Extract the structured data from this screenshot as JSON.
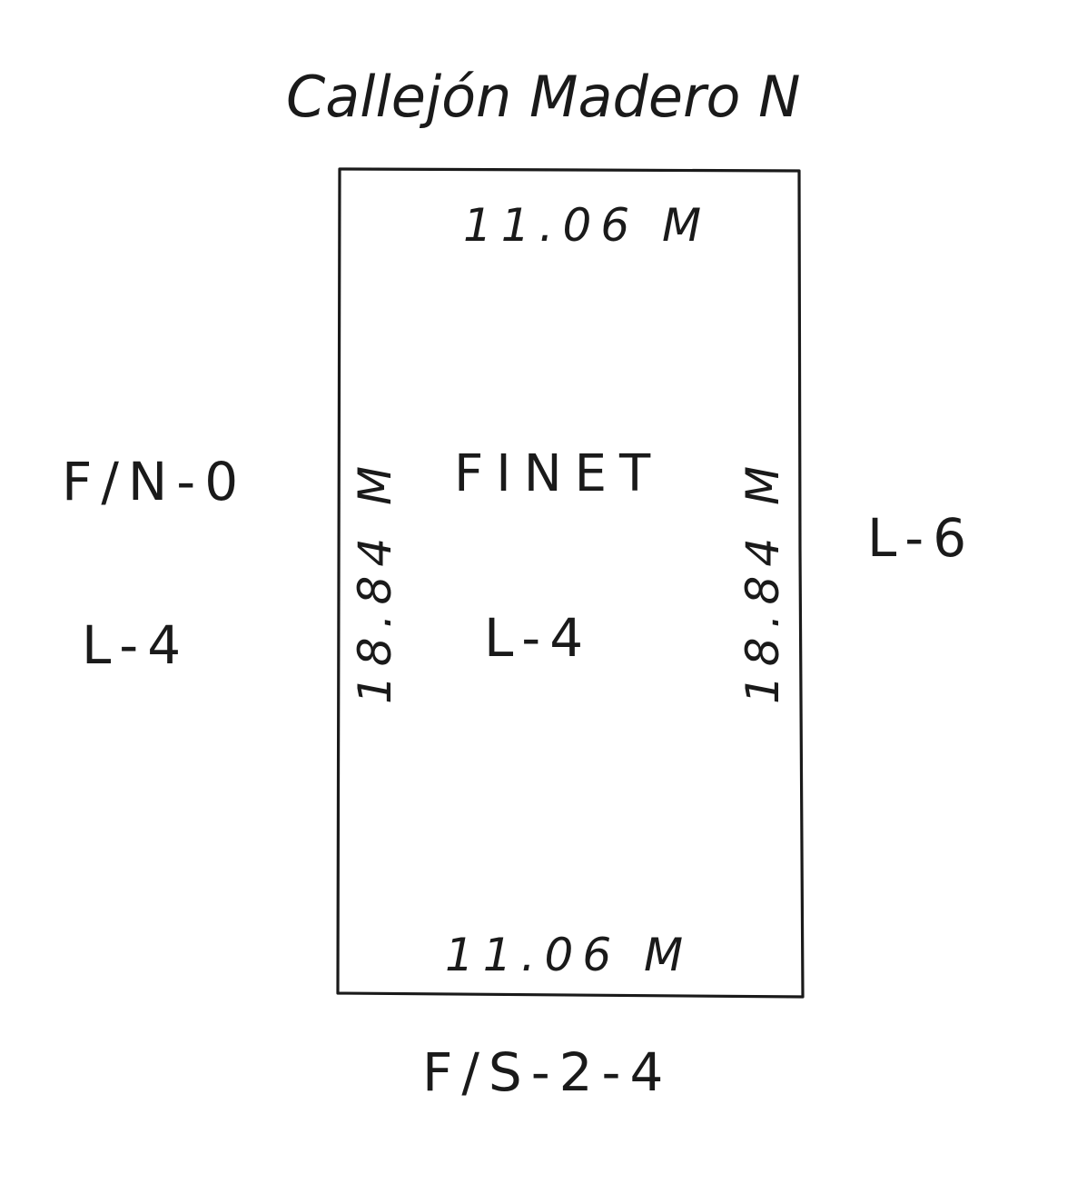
{
  "street_name": "Callejón Madero N",
  "lot": {
    "name": "FINET",
    "id": "L-4"
  },
  "measurements": {
    "top": "11.06 M",
    "bottom": "11.06 M",
    "left": "18.84 M",
    "right": "18.84 M"
  },
  "neighbors": {
    "west_block": "F/N-0",
    "west_lot": "L-4",
    "east_lot": "L-6",
    "south_block": "F/S-2-4"
  },
  "colors": {
    "ink": "#1a1a1a",
    "paper": "#ffffff"
  }
}
